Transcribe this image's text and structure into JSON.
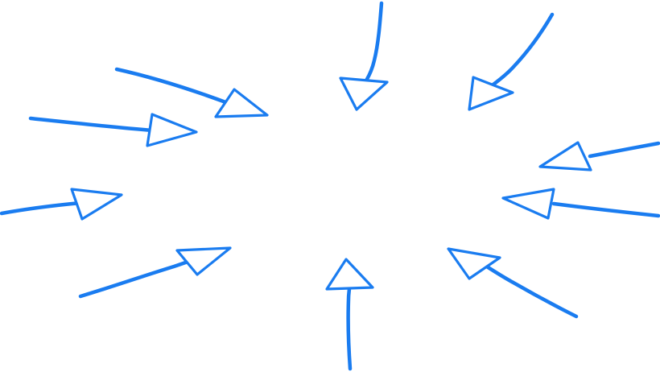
{
  "illustration": {
    "style": "hand-drawn arrows converging toward an empty center",
    "arrow_count": 10,
    "stroke_color": "#1a7cf0",
    "head_fill": "#ffffff",
    "background": "#ffffff"
  },
  "arrows": [
    {
      "id": "top-center",
      "points_to": "center"
    },
    {
      "id": "top-right",
      "points_to": "center"
    },
    {
      "id": "right-upper",
      "points_to": "center"
    },
    {
      "id": "right-lower",
      "points_to": "center"
    },
    {
      "id": "bottom-right",
      "points_to": "center"
    },
    {
      "id": "bottom-center",
      "points_to": "center"
    },
    {
      "id": "bottom-left",
      "points_to": "center"
    },
    {
      "id": "left-lower",
      "points_to": "center"
    },
    {
      "id": "left-middle",
      "points_to": "center"
    },
    {
      "id": "left-upper",
      "points_to": "center"
    }
  ]
}
